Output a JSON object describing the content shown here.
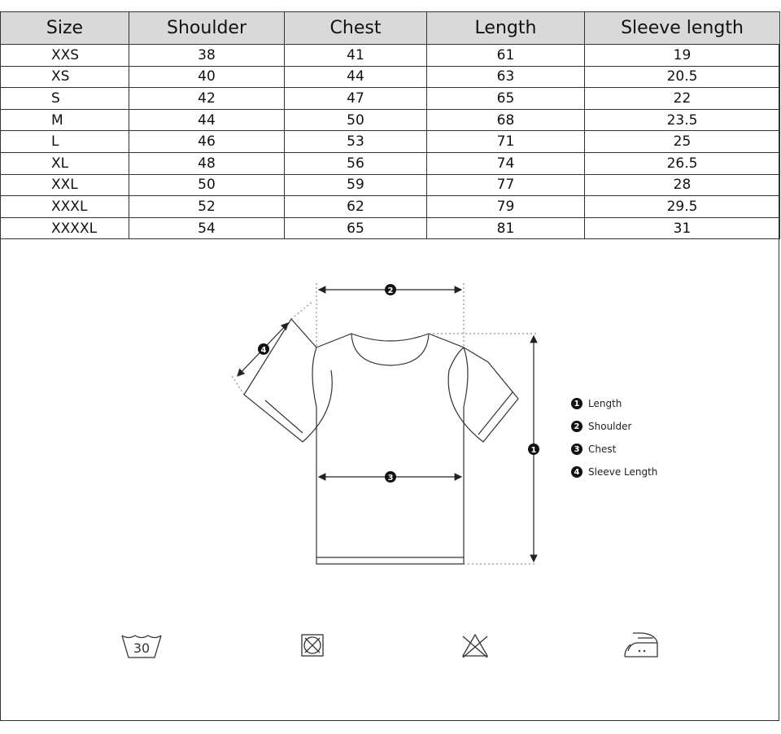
{
  "table": {
    "headers": [
      "Size",
      "Shoulder",
      "Chest",
      "Length",
      "Sleeve length"
    ],
    "rows": [
      [
        "XXS",
        "38",
        "41",
        "61",
        "19"
      ],
      [
        "XS",
        "40",
        "44",
        "63",
        "20.5"
      ],
      [
        "S",
        "42",
        "47",
        "65",
        "22"
      ],
      [
        "M",
        "44",
        "50",
        "68",
        "23.5"
      ],
      [
        "L",
        "46",
        "53",
        "71",
        "25"
      ],
      [
        "XL",
        "48",
        "56",
        "74",
        "26.5"
      ],
      [
        "XXL",
        "50",
        "59",
        "77",
        "28"
      ],
      [
        "XXXL",
        "52",
        "62",
        "79",
        "29.5"
      ],
      [
        "XXXXL",
        "54",
        "65",
        "81",
        "31"
      ]
    ]
  },
  "diagram": {
    "markers": [
      "1",
      "2",
      "3",
      "4"
    ],
    "legend": [
      {
        "num": "1",
        "label": "Length"
      },
      {
        "num": "2",
        "label": "Shoulder"
      },
      {
        "num": "3",
        "label": "Chest"
      },
      {
        "num": "4",
        "label": "Sleeve Length"
      }
    ]
  },
  "care": {
    "wash_temp": "30",
    "icons": [
      "wash-30-icon",
      "no-tumble-dry-icon",
      "no-bleach-icon",
      "iron-low-icon"
    ]
  }
}
